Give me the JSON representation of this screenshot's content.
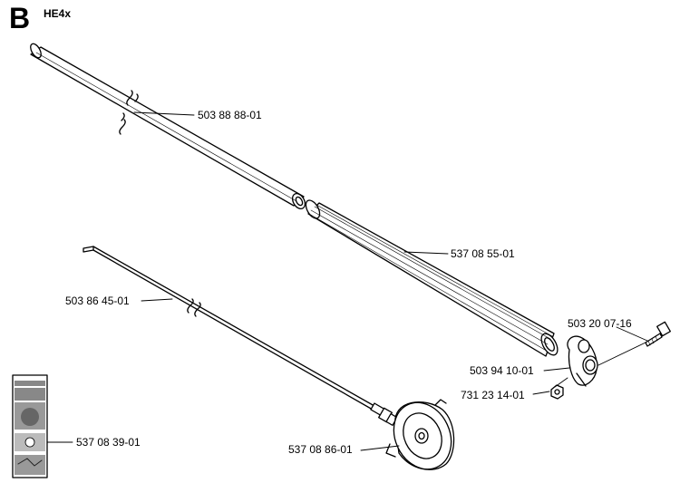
{
  "header": {
    "section_letter": "B",
    "model": "HE4x"
  },
  "parts": [
    {
      "id": "upper-tube",
      "number": "503 88 88-01"
    },
    {
      "id": "lower-tube",
      "number": "537 08 55-01"
    },
    {
      "id": "drive-shaft",
      "number": "503 86 45-01"
    },
    {
      "id": "screw",
      "number": "503 20 07-16"
    },
    {
      "id": "clamp",
      "number": "503 94 10-01"
    },
    {
      "id": "nut",
      "number": "731 23 14-01"
    },
    {
      "id": "warning-decal",
      "number": "537 08 39-01"
    },
    {
      "id": "shaft-cover",
      "number": "537 08 86-01"
    }
  ],
  "colors": {
    "line": "#000000",
    "fill": "#ffffff",
    "decal": "#888888"
  }
}
